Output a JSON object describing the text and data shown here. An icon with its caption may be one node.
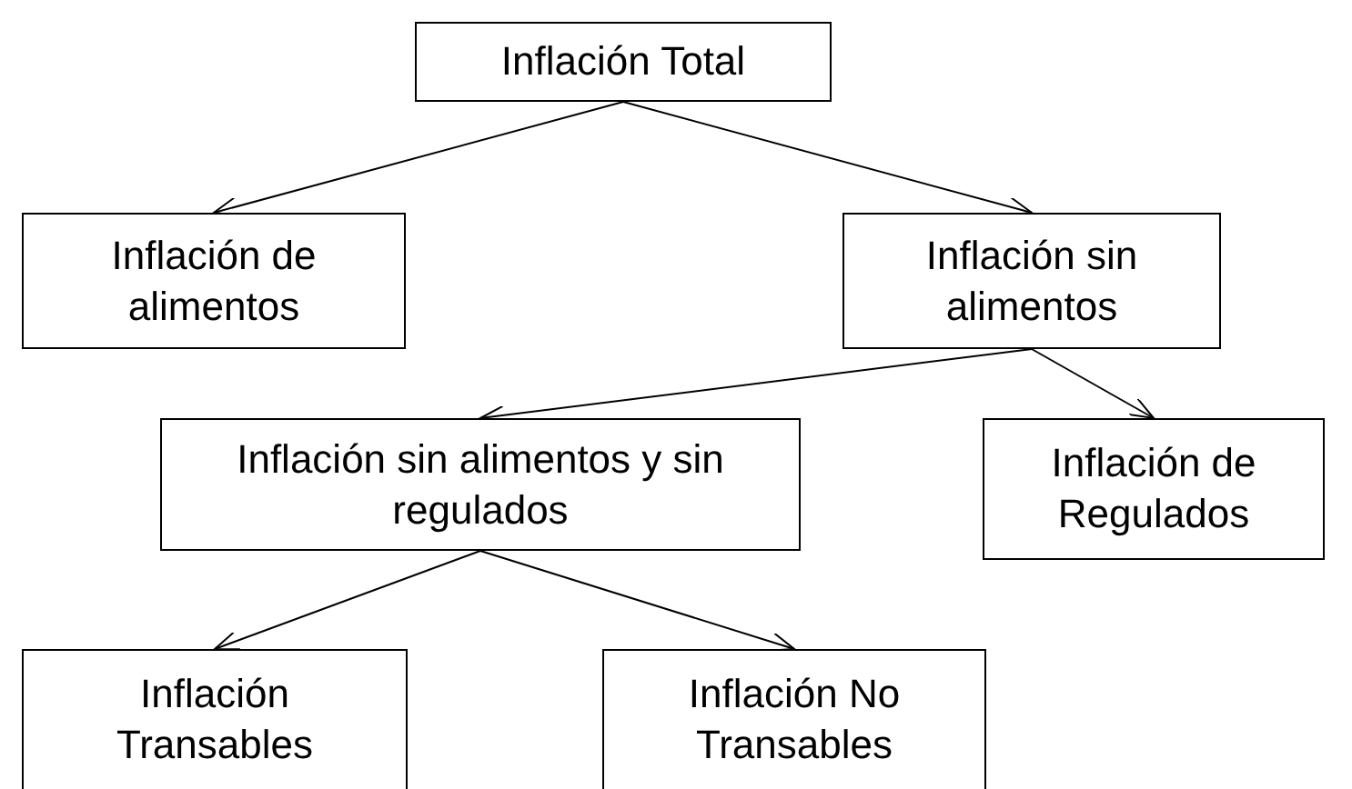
{
  "diagram": {
    "nodes": [
      {
        "text": [
          "Inflación Total"
        ]
      },
      {
        "text": [
          "Inflación de alimentos"
        ]
      },
      {
        "text": [
          "Inflación sin alimentos"
        ]
      },
      {
        "text": [
          "Inflación sin alimentos y sin regulados"
        ]
      },
      {
        "text": [
          "Inflación de Regulados"
        ]
      },
      {
        "text": [
          "Inflación Transables"
        ]
      },
      {
        "text": [
          "Inflación No Transables"
        ]
      }
    ],
    "edges": [
      {
        "from": 0,
        "to": 1,
        "arrow": "to"
      },
      {
        "from": 0,
        "to": 2,
        "arrow": "to"
      },
      {
        "from": 2,
        "to": 3,
        "arrow": "to"
      },
      {
        "from": 2,
        "to": 4,
        "arrow": "to"
      },
      {
        "from": 3,
        "to": 5,
        "arrow": "to"
      },
      {
        "from": 3,
        "to": 6,
        "arrow": "to"
      }
    ]
  }
}
